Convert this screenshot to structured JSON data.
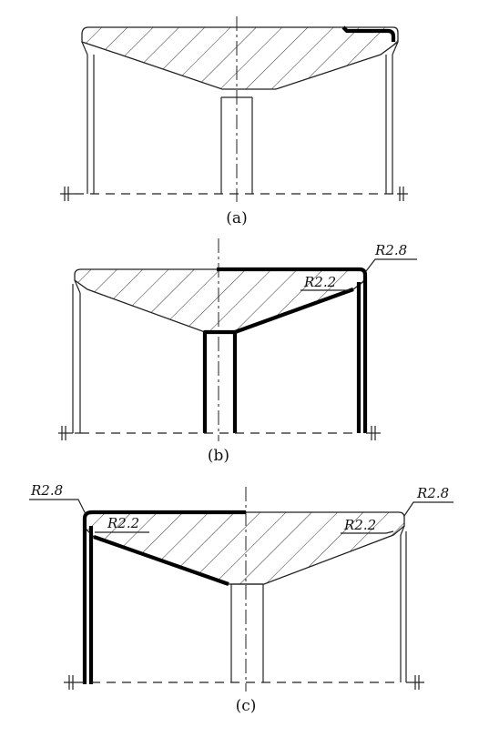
{
  "panels": [
    {
      "id": "a",
      "caption": "(a)",
      "labels": []
    },
    {
      "id": "b",
      "caption": "(b)",
      "labels": [
        "R2.8",
        "R2.2"
      ]
    },
    {
      "id": "c",
      "caption": "(c)",
      "labels": [
        "R2.8",
        "R2.2",
        "R2.8",
        "R2.2"
      ]
    }
  ],
  "colors": {
    "line": "#222222",
    "highlight": "#000000",
    "background": "#ffffff"
  }
}
